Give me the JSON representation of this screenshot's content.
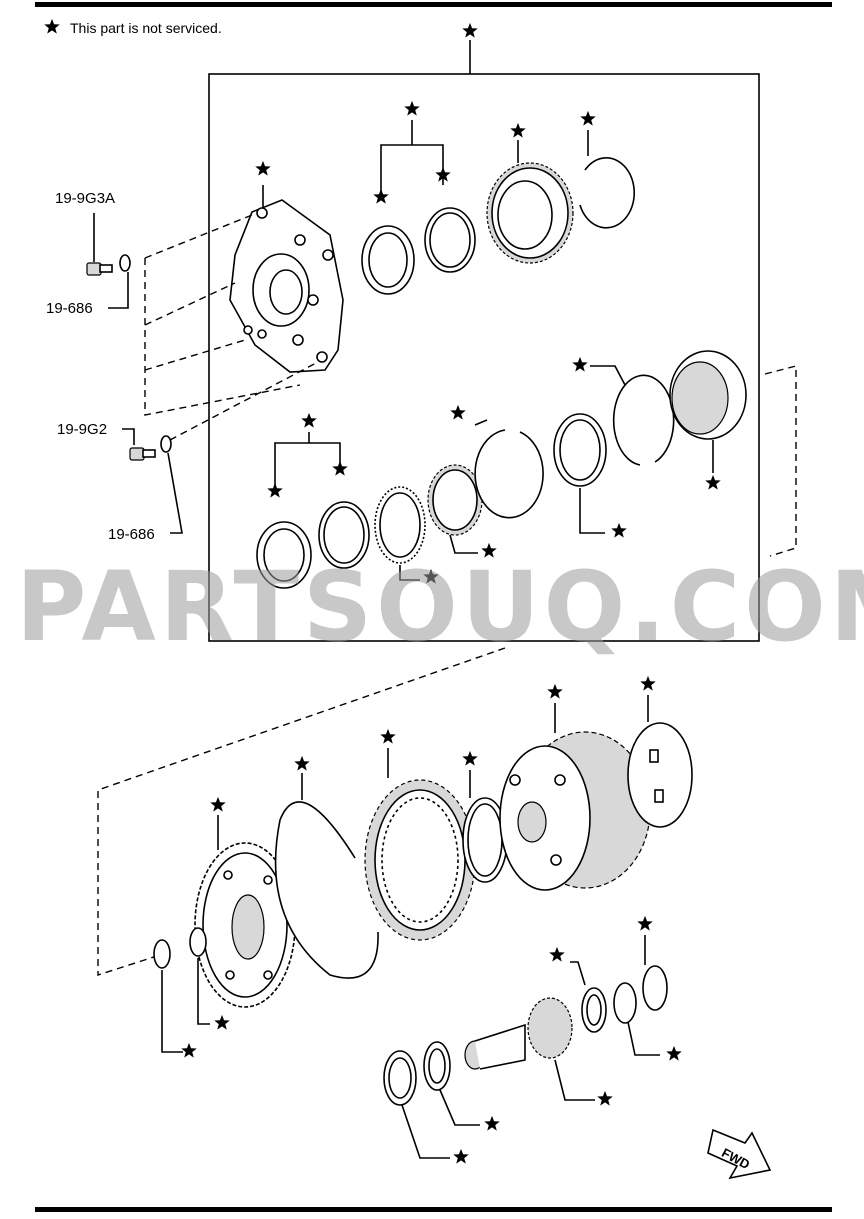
{
  "legend": {
    "symbol": "★",
    "text": "This part is not serviced."
  },
  "callouts": {
    "bolt_upper": "19-9G3A",
    "washer_upper": "19-686",
    "bolt_lower": "19-9G2",
    "washer_lower": "19-686"
  },
  "watermark": "PARTSOUQ.COM",
  "fwd_label": "FWD"
}
